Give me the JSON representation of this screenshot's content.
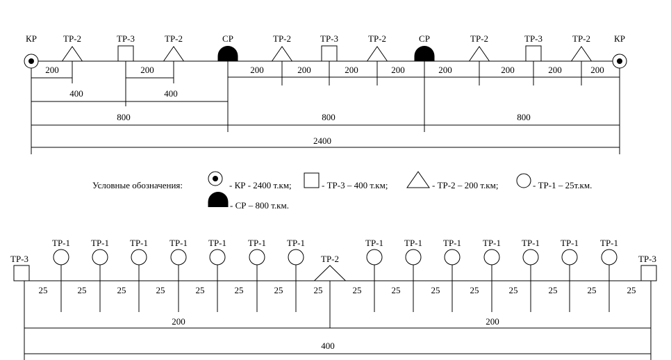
{
  "top_scheme": {
    "stations": [
      {
        "type": "KP",
        "label": "КР",
        "km": 0
      },
      {
        "type": "TP2",
        "label": "ТР-2",
        "km": 200
      },
      {
        "type": "TP3",
        "label": "ТР-3",
        "km": 400
      },
      {
        "type": "TP2",
        "label": "ТР-2",
        "km": 600
      },
      {
        "type": "CP",
        "label": "СР",
        "km": 800
      },
      {
        "type": "TP2",
        "label": "ТР-2",
        "km": 1000
      },
      {
        "type": "TP3",
        "label": "ТР-3",
        "km": 1200
      },
      {
        "type": "TP2",
        "label": "ТР-2",
        "km": 1400
      },
      {
        "type": "CP",
        "label": "СР",
        "km": 1600
      },
      {
        "type": "TP2",
        "label": "ТР-2",
        "km": 1800
      },
      {
        "type": "TP3",
        "label": "ТР-3",
        "km": 2000
      },
      {
        "type": "TP2",
        "label": "ТР-2",
        "km": 2200
      },
      {
        "type": "KP",
        "label": "КР",
        "km": 2400
      }
    ],
    "segments": [
      "200",
      "200",
      "200",
      "200",
      "200",
      "200",
      "200",
      "200"
    ],
    "level_400": [
      "400",
      "400"
    ],
    "level_800": [
      "800",
      "800",
      "800"
    ],
    "total": "2400"
  },
  "legend": {
    "title": "Условные обозначения:",
    "kp": "- КР - 2400 т.км;",
    "tp3": "- ТР-3 – 400 т.км;",
    "tp2": "- ТР-2 – 200 т.км;",
    "tp1": "- ТР-1 – 25т.км.",
    "cp": "- СР – 800 т.км."
  },
  "bottom_scheme": {
    "end_left": "ТР-3",
    "end_right": "ТР-3",
    "tp1_label": "ТР-1",
    "tp2_label": "ТР-2",
    "stations_km": [
      25,
      50,
      75,
      100,
      125,
      150,
      175,
      200,
      225,
      250,
      275,
      300,
      325,
      350,
      375
    ],
    "segment_label": "25",
    "half_label": "200",
    "total": "400"
  }
}
